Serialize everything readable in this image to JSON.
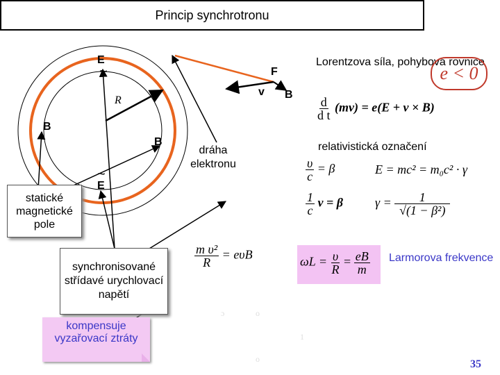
{
  "title": "Princip synchrotronu",
  "diagram": {
    "label_E_top": "E",
    "label_tilde_top": "~",
    "label_E_bottom": "E",
    "label_tilde_bottom": "~",
    "label_R": "R",
    "label_B_left": "B",
    "label_B_right": "B",
    "label_F": "F",
    "label_v": "v",
    "label_B_field": "B",
    "electron_path": "dráha elektronu"
  },
  "callouts": {
    "static_field": "statické magnetické pole",
    "voltage": "synchronisované střídavé urychlovací napětí",
    "radiation": "kompensuje vyzařovací ztráty"
  },
  "lorentz": {
    "title": "Lorentzova síla, pohybová rovnice",
    "charge_sign": "e < 0",
    "eq_d": "d",
    "eq_dt": "d t",
    "eq_lhs": "(mv)",
    "eq_rhs": "= e(E + v × B)"
  },
  "relativistic": {
    "label": "relativistická označení",
    "beta_num": "υ",
    "beta_den": "c",
    "beta_eq": "= β",
    "energy": "E = mc² = m₀c² · γ",
    "vec_num": "1",
    "vec_den": "c",
    "vec_eq": "v = β",
    "gamma_lhs": "γ =",
    "gamma_num": "1",
    "gamma_den": "√(1 − β²)"
  },
  "larmor": {
    "force_lhs_num": "m υ²",
    "force_lhs_den": "R",
    "force_rhs": "= eυB",
    "omega_lhs": "ωL =",
    "omega_f1_num": "υ",
    "omega_f1_den": "R",
    "omega_eq": "=",
    "omega_f2_num": "eB",
    "omega_f2_den": "m",
    "label": "Larmorova frekvence"
  },
  "ghost_marks": [
    "ɔ",
    "o",
    "1",
    "o"
  ],
  "slide_number": "35",
  "colors": {
    "orbit": "#e8641e",
    "ring": "#000000",
    "accent_blue": "#3a37c7",
    "magenta_fill": "#f3c9f3",
    "red": "#c0392b"
  }
}
